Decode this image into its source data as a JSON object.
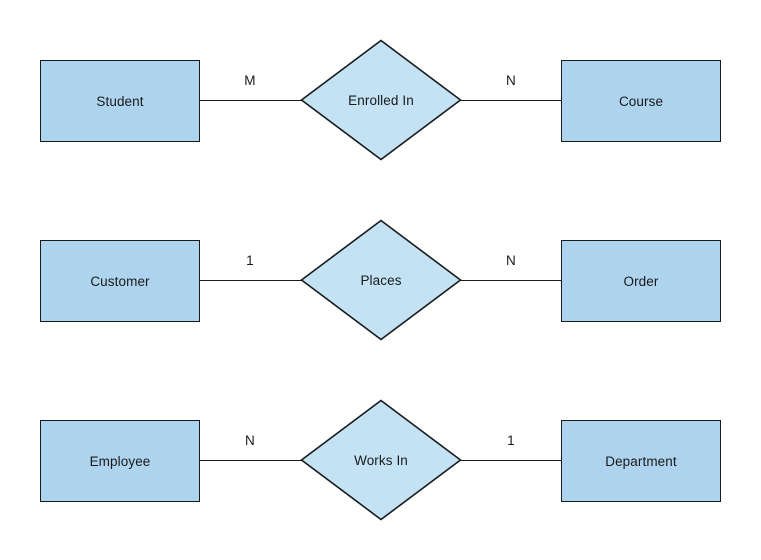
{
  "diagram": {
    "type": "entity-relationship-diagram",
    "background_color": "#ffffff",
    "entity_fill": "#aed3ee",
    "relationship_fill": "#c3e3f5",
    "stroke_color": "#1a1a1a",
    "rows": [
      {
        "left_entity": "Student",
        "left_cardinality": "M",
        "relationship": "Enrolled In",
        "right_cardinality": "N",
        "right_entity": "Course"
      },
      {
        "left_entity": "Customer",
        "left_cardinality": "1",
        "relationship": "Places",
        "right_cardinality": "N",
        "right_entity": "Order"
      },
      {
        "left_entity": "Employee",
        "left_cardinality": "N",
        "relationship": "Works In",
        "right_cardinality": "1",
        "right_entity": "Department"
      }
    ]
  }
}
